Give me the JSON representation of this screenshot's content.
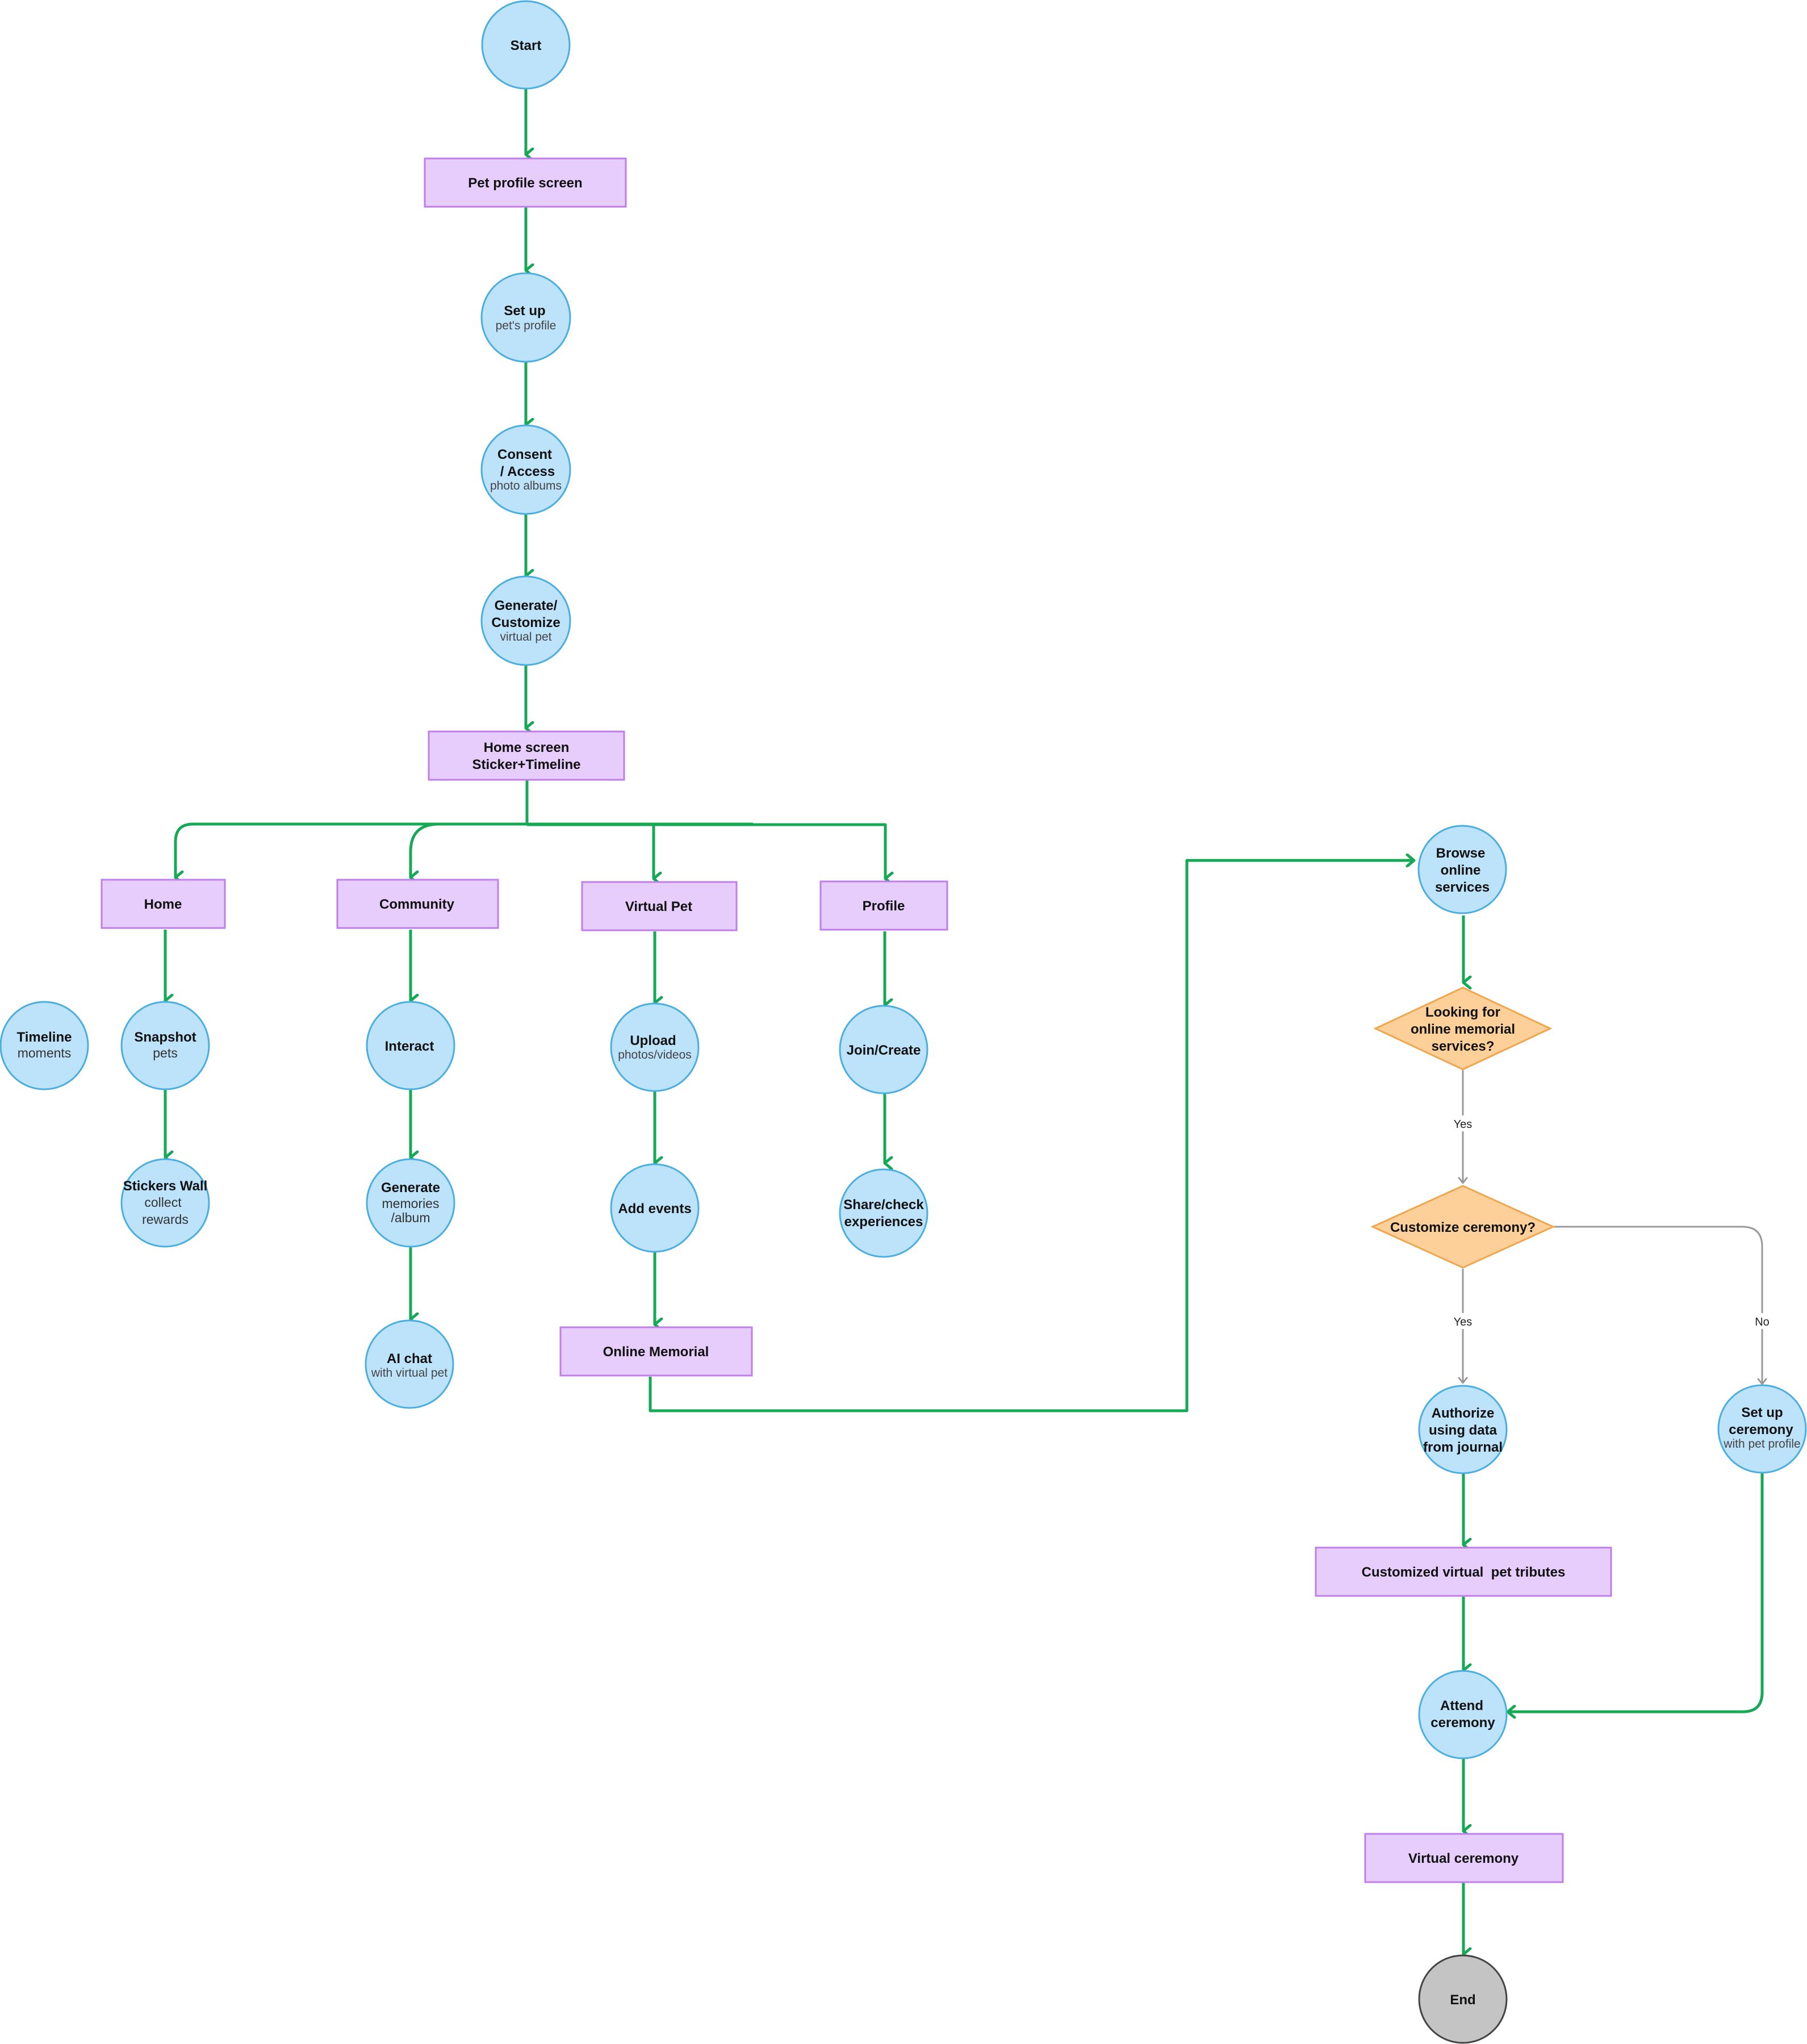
{
  "colors": {
    "circle_fill": "#bde3fb",
    "circle_stroke": "#4aaee0",
    "rect_fill": "#e6cdfc",
    "rect_stroke": "#c07ee8",
    "diamond_fill": "#fdd09a",
    "diamond_stroke": "#f1a64e",
    "end_fill": "#c4c4c4",
    "end_stroke": "#444444",
    "edge_green": "#15a855",
    "edge_grey": "#9a9a9a"
  },
  "nodes": {
    "start": {
      "title": "Start"
    },
    "pet_profile_screen": {
      "title": "Pet profile screen"
    },
    "set_up": {
      "title": "Set up",
      "sub": "pet's profile"
    },
    "consent": {
      "title1": "Consent",
      "title2": "/ Access",
      "sub": "photo albums"
    },
    "generate_customize": {
      "title1": "Generate/",
      "title2": "Customize",
      "sub": "virtual pet"
    },
    "home_screen": {
      "title1": "Home screen",
      "title2": "Sticker+Timeline"
    },
    "home": {
      "title": "Home"
    },
    "community": {
      "title": "Community"
    },
    "virtual_pet": {
      "title": "Virtual Pet"
    },
    "profile": {
      "title": "Profile"
    },
    "timeline": {
      "title": "Timeline",
      "sub": "moments"
    },
    "snapshot": {
      "title": "Snapshot",
      "sub": "pets"
    },
    "stickers_wall": {
      "title": "Stickers Wall",
      "sub1": "collect",
      "sub2": "rewards"
    },
    "interact": {
      "title": "Interact"
    },
    "generate_memories": {
      "title": "Generate",
      "sub1": "memories",
      "sub2": "/album"
    },
    "ai_chat": {
      "title": "AI chat",
      "sub": "with virtual pet"
    },
    "upload": {
      "title": "Upload",
      "sub": "photos/videos"
    },
    "add_events": {
      "title": "Add events"
    },
    "online_memorial": {
      "title": "Online Memorial"
    },
    "join_create": {
      "title": "Join/Create"
    },
    "share_check": {
      "title1": "Share/check",
      "title2": "experiences"
    },
    "browse": {
      "title1": "Browse",
      "title2": "online",
      "title3": "services"
    },
    "looking_for": {
      "title1": "Looking for",
      "title2": "online memorial",
      "title3": "services?"
    },
    "customize_ceremony": {
      "title": "Customize ceremony?"
    },
    "authorize": {
      "title1": "Authorize",
      "title2": "using data",
      "title3": "from journal"
    },
    "set_up_ceremony": {
      "title1": "Set up",
      "title2": "ceremony",
      "sub": "with pet profile"
    },
    "customized_tributes": {
      "title": "Customized virtual  pet tributes"
    },
    "attend": {
      "title1": "Attend",
      "title2": "ceremony"
    },
    "virtual_ceremony": {
      "title": "Virtual ceremony"
    },
    "end": {
      "title": "End"
    }
  },
  "edge_labels": {
    "looking_yes": "Yes",
    "customize_yes": "Yes",
    "customize_no": "No"
  }
}
